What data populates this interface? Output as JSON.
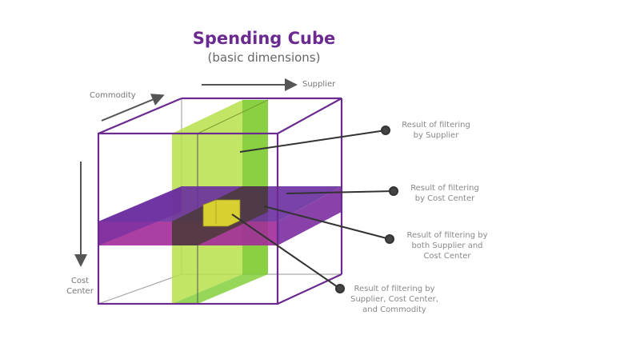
{
  "title": "Spending Cube",
  "subtitle": "(basic dimensions)",
  "axes": {
    "supplier": "Supplier",
    "commodity": "Commodity",
    "cost_center_line1": "Cost",
    "cost_center_line2": "Center"
  },
  "callouts": [
    {
      "lines": [
        "Result of filtering",
        "by Supplier"
      ]
    },
    {
      "lines": [
        "Result of filtering",
        "by Cost Center"
      ]
    },
    {
      "lines": [
        "Result of filtering by",
        "both Supplier and",
        "Cost Center"
      ]
    },
    {
      "lines": [
        "Result of filtering by",
        "Supplier, Cost Center,",
        "and Commodity"
      ]
    }
  ],
  "colors": {
    "cube_edge": "#6b2a8f",
    "supplier_slice": "#b8e04a",
    "supplier_slice_dark": "#7ccc2e",
    "cost_center_slice": "#6a2d9e",
    "cost_center_front": "#a22a9a",
    "intersection": "#4a3a3a",
    "commodity_cell": "#d8d030"
  }
}
